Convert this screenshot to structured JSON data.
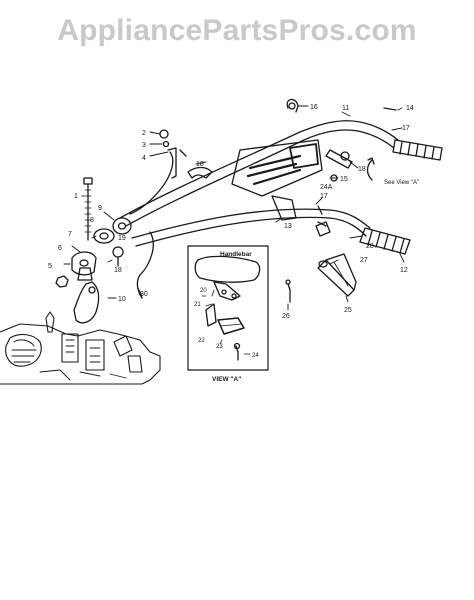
{
  "watermark": "AppliancePartsPros.com",
  "view_box_title": "VIEW \"A\"",
  "handlebar_label": "Handlebar",
  "see_view_label": "See View \"A\"",
  "callouts": {
    "c1": "1",
    "c2": "2",
    "c3": "3",
    "c4": "4",
    "c5": "5",
    "c6": "6",
    "c7": "7",
    "c8": "8",
    "c9": "9",
    "c10": "10",
    "c11": "11",
    "c12": "12",
    "c13": "13",
    "c14": "14",
    "c15": "15",
    "c16": "16",
    "c17a": "17",
    "c17b": "17",
    "c18a": "18",
    "c18b": "18",
    "c18c": "18",
    "c19": "19",
    "c20": "20",
    "c21": "21",
    "c22": "22",
    "c23": "23",
    "c24": "24",
    "c24a": "24A",
    "c25": "25",
    "c26": "26",
    "c27": "27",
    "c28": "28",
    "c30": "30"
  },
  "colors": {
    "line": "#1a1a1a",
    "watermark": "#c9c9c9",
    "background": "#ffffff"
  }
}
